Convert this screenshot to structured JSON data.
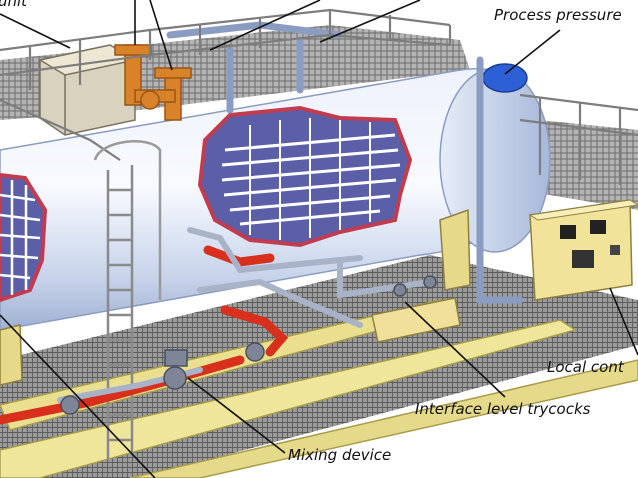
{
  "labels": {
    "unit": "unit",
    "process_pressure": "Process pressure",
    "local_control": "Local cont",
    "interface_trycocks": "Interface level trycocks",
    "mixing_device": "Mixing device"
  },
  "colors": {
    "vessel_body": "#e6ecf7",
    "vessel_shadow": "#b9c7e0",
    "cutaway_rim": "#c23b4e",
    "cutaway_interior": "#5b5fa8",
    "skid_frame": "#e9df8e",
    "grating": "#8d8d8d",
    "red_pipe": "#d8301d",
    "copper_pipe": "#d8822a",
    "control_panel": "#f2e39a",
    "pressure_head": "#2d5fd6"
  }
}
